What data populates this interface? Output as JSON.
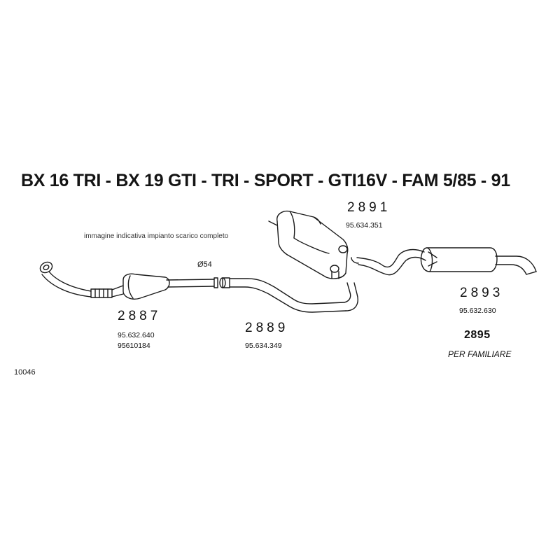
{
  "title": "BX 16 TRI - BX 19 GTI - TRI - SPORT - GTI16V - FAM 5/85 -  91",
  "caption": "immagine indicativa impianto scarico completo",
  "diameter_label": "Ø54",
  "parts": [
    {
      "number": "2887",
      "codes": [
        "95.632.640",
        "95610184"
      ]
    },
    {
      "number": "2889",
      "codes": [
        "95.634.349"
      ]
    },
    {
      "number": "2891",
      "codes": [
        "95.634.351"
      ]
    },
    {
      "number": "2893",
      "codes": [
        "95.632.630"
      ]
    }
  ],
  "variant": {
    "number": "2895",
    "note": "PER FAMILIARE"
  },
  "reference_code": "10046"
}
